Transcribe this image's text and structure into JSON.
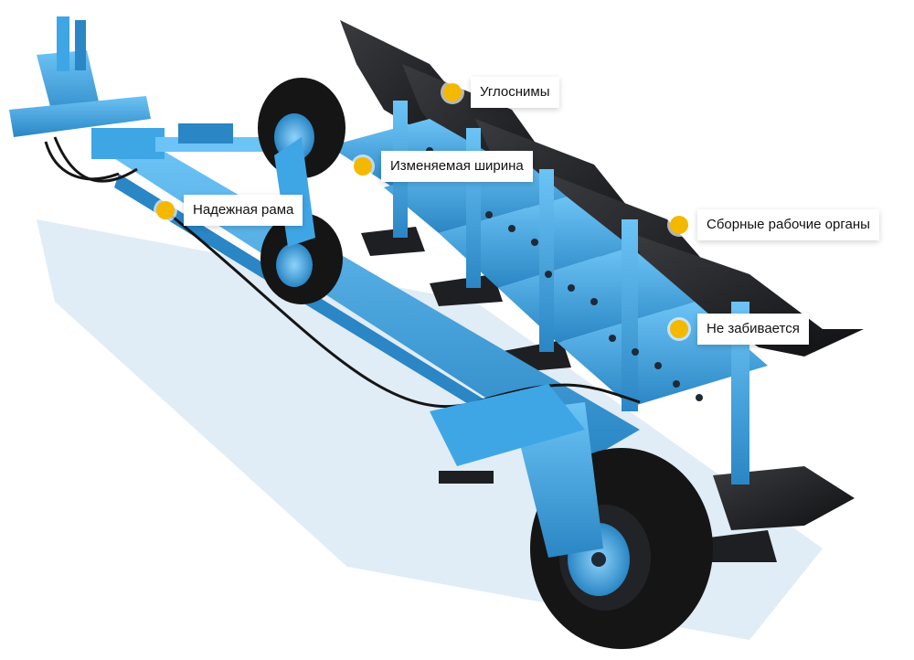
{
  "colors": {
    "frame": "#3fa6e6",
    "frame_dark": "#2a86c4",
    "frame_light": "#6cc3f5",
    "steel": "#1e1f22",
    "tire": "#151515",
    "shadow": "#d6e6f3",
    "marker": "#f5b800",
    "label_bg": "#ffffff"
  },
  "hotspots": [
    {
      "id": "corner-shovels",
      "label": "Углоснимы"
    },
    {
      "id": "variable-width",
      "label": "Изменяемая ширина"
    },
    {
      "id": "reliable-frame",
      "label": "Надежная рама"
    },
    {
      "id": "modular-tools",
      "label": "Сборные рабочие органы"
    },
    {
      "id": "no-clogging",
      "label": "Не забивается"
    }
  ]
}
